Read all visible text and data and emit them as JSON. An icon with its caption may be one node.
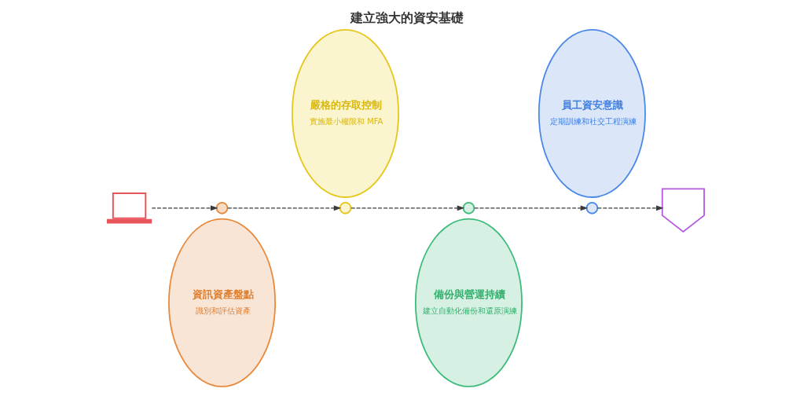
{
  "diagram": {
    "title": "建立強大的資安基礎",
    "nodes": [
      {
        "text": [],
        "shape": "laptop"
      },
      {
        "text": [],
        "shape": "circle"
      },
      {
        "text": [
          "資訊資產盤點",
          "識別和評估資產"
        ]
      },
      {
        "text": [
          "嚴格的存取控制",
          "實施最小權限和 MFA"
        ]
      },
      {
        "text": [],
        "shape": "circle"
      },
      {
        "text": [],
        "shape": "circle"
      },
      {
        "text": [
          "備份與營運持續",
          "建立自動化備份和還原演練"
        ]
      },
      {
        "text": [
          "員工資安意識",
          "定期訓練和社交工程演練"
        ]
      },
      {
        "text": [],
        "shape": "circle"
      },
      {
        "text": [],
        "shape": "shield"
      }
    ],
    "edges": [
      {
        "from": 0,
        "to": 1,
        "arrow": "to",
        "style": "dashed"
      },
      {
        "from": 1,
        "to": 4,
        "arrow": "to",
        "style": "dashed"
      },
      {
        "from": 4,
        "to": 5,
        "arrow": "to",
        "style": "dashed"
      },
      {
        "from": 5,
        "to": 8,
        "arrow": "to",
        "style": "dashed"
      },
      {
        "from": 8,
        "to": 9,
        "arrow": "to",
        "style": "dashed"
      }
    ]
  }
}
